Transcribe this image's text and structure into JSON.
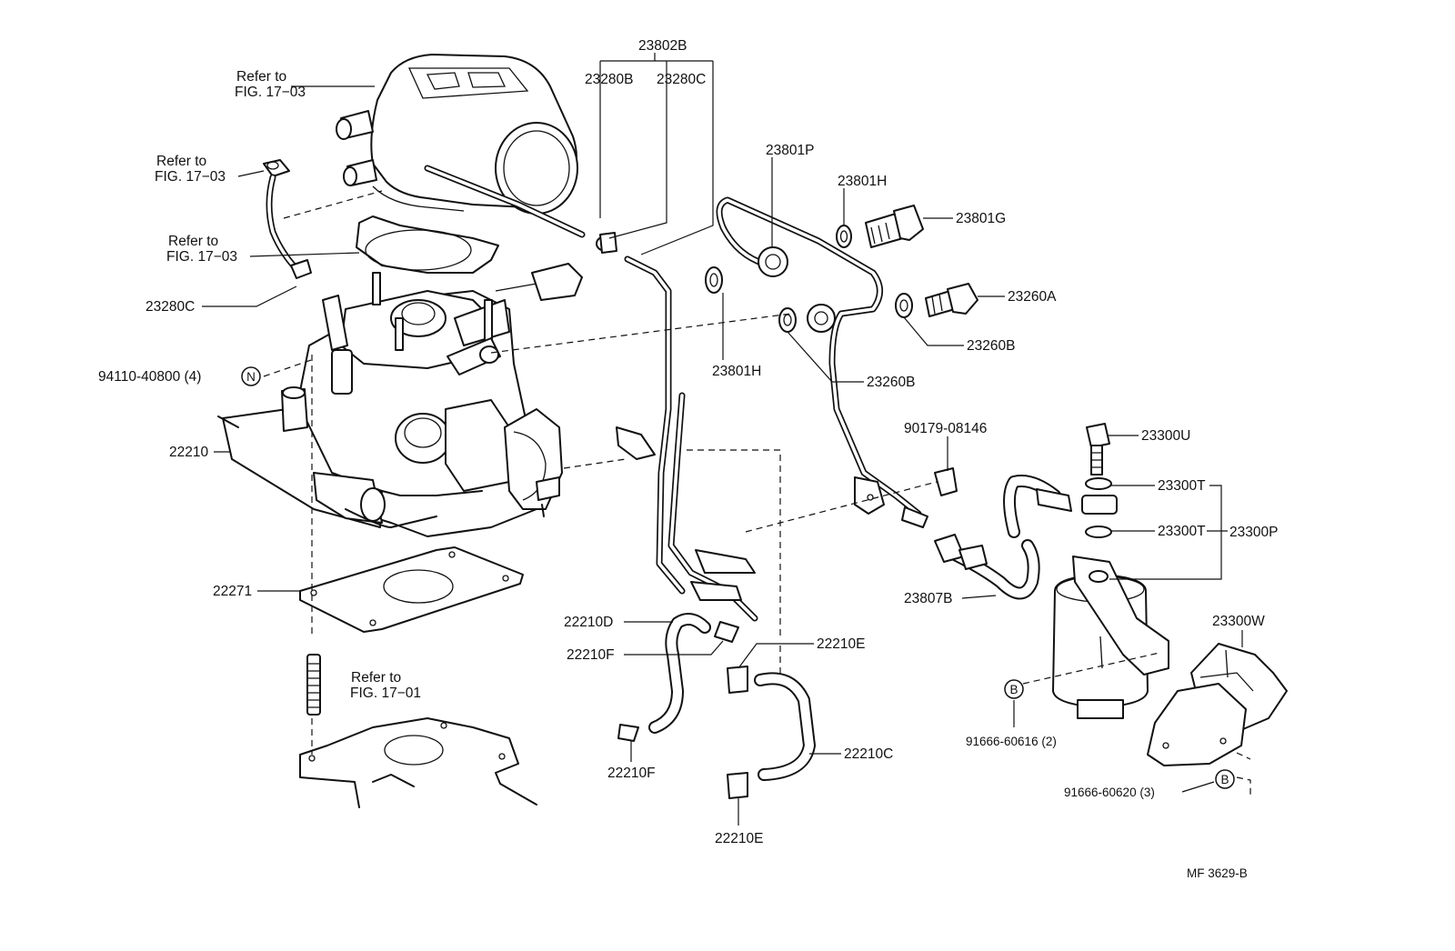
{
  "labels": {
    "refer_a_1": "Refer to",
    "refer_a_2": "FIG. 17−03",
    "refer_b_1": "Refer to",
    "refer_b_2": "FIG. 17−03",
    "refer_c_1": "Refer to",
    "refer_c_2": "FIG. 17−03",
    "refer_d_1": "Refer to",
    "refer_d_2": "FIG. 17−01",
    "p23802B": "23802B",
    "p23280B": "23280B",
    "p23280C_top": "23280C",
    "p23801P": "23801P",
    "p23801H_top": "23801H",
    "p23801G": "23801G",
    "p23260A": "23260A",
    "p23260B_right": "23260B",
    "p23801H_mid": "23801H",
    "p23260B_mid": "23260B",
    "p23280C_left": "23280C",
    "p94110": "94110-40800 (4)",
    "p22210": "22210",
    "p22271": "22271",
    "p90179": "90179-08146",
    "p23300U": "23300U",
    "p23300T_a": "23300T",
    "p23300T_b": "23300T",
    "p23300P": "23300P",
    "p23807B": "23807B",
    "p23300W": "23300W",
    "p22210D": "22210D",
    "p22210F_a": "22210F",
    "p22210F_b": "22210F",
    "p22210E_a": "22210E",
    "p22210E_b": "22210E",
    "p22210C": "22210C",
    "p91666_616": "91666-60616 (2)",
    "p91666_620": "91666-60620 (3)",
    "figure_code": "MF 3629-B"
  },
  "symbols": {
    "n_mark": "N",
    "b_mark_a": "B",
    "b_mark_b": "B"
  }
}
